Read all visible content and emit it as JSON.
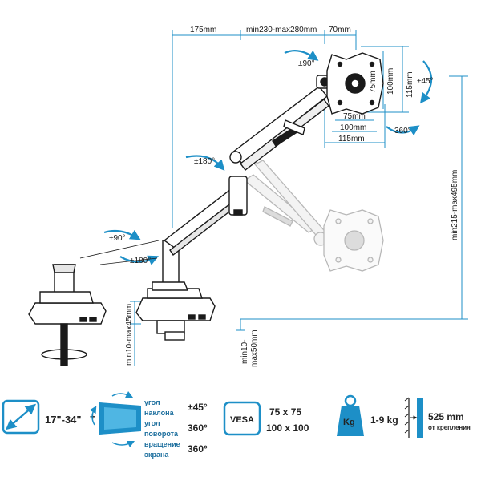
{
  "top_dims": {
    "offset": "175mm",
    "reach": "min230-max280mm",
    "head": "70mm"
  },
  "vesa_dims": {
    "h75": "75mm",
    "h100": "100mm",
    "h115": "115mm",
    "v75": "75mm",
    "v100": "100mm",
    "v115": "115mm"
  },
  "rotations": {
    "head_swivel": "±90°",
    "tilt": "±45°",
    "rotate": "360°",
    "arm": "±180°",
    "base_swivel": "±90°",
    "base_arm": "±180°"
  },
  "side_dims": {
    "height": "min215-max495mm",
    "clamp": "min10-max45mm",
    "grommet": "min10-max50mm"
  },
  "specs": {
    "screen_size": "17\"-34\"",
    "labels": [
      "угол",
      "наклона",
      "угол",
      "поворота",
      "вращение",
      "экрана"
    ],
    "tilt_value": "±45°",
    "swivel_value": "360°",
    "rotation_value": "360°",
    "vesa_badge": "VESA",
    "vesa_small": "75 x 75",
    "vesa_large": "100 x 100",
    "weight_badge": "Kg",
    "weight": "1-9 kg",
    "distance": "525 mm",
    "distance_note": "от крепления"
  },
  "colors": {
    "dimension_line": "#1d8fc7",
    "outline": "#1a1a1a",
    "ghost": "#b8b8b8"
  }
}
